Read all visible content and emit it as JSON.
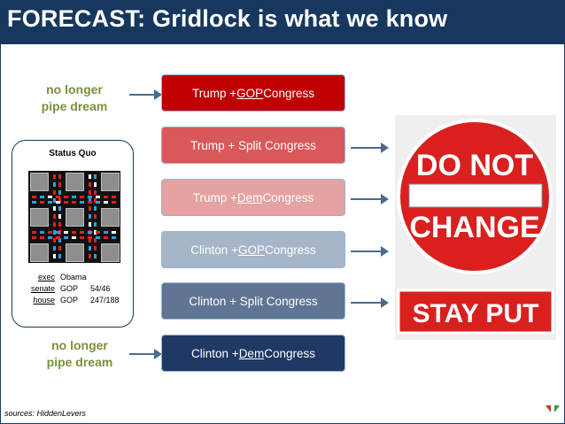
{
  "title": "FORECAST: Gridlock is what we know",
  "notes": {
    "top": [
      "no longer",
      "pipe dream"
    ],
    "bottom": [
      "no longer",
      "pipe dream"
    ]
  },
  "scenarios": [
    {
      "pre": "Trump + ",
      "party": "GOP",
      "post": " Congress",
      "color": "#c00000"
    },
    {
      "pre": "Trump + Split Congress",
      "party": "",
      "post": "",
      "color": "#d9585a"
    },
    {
      "pre": "Trump + ",
      "party": "Dem",
      "post": " Congress",
      "color": "#e6a1a1"
    },
    {
      "pre": "Clinton + ",
      "party": "GOP",
      "post": " Congress",
      "color": "#a6b5c8"
    },
    {
      "pre": "Clinton + Split Congress",
      "party": "",
      "post": "",
      "color": "#5f7593"
    },
    {
      "pre": "Clinton + ",
      "party": "Dem",
      "post": " Congress",
      "color": "#1f3864"
    }
  ],
  "status_quo": {
    "title": "Status Quo",
    "rows": [
      {
        "label": "exec",
        "value": "Obama",
        "extra": ""
      },
      {
        "label": "senate",
        "value": "GOP",
        "extra": "54/46"
      },
      {
        "label": "house",
        "value": "GOP",
        "extra": "247/188"
      }
    ]
  },
  "sign": {
    "line1": "DO NOT",
    "line2": "CHANGE",
    "line3": "STAY PUT"
  },
  "source": "sources: HiddenLevers"
}
